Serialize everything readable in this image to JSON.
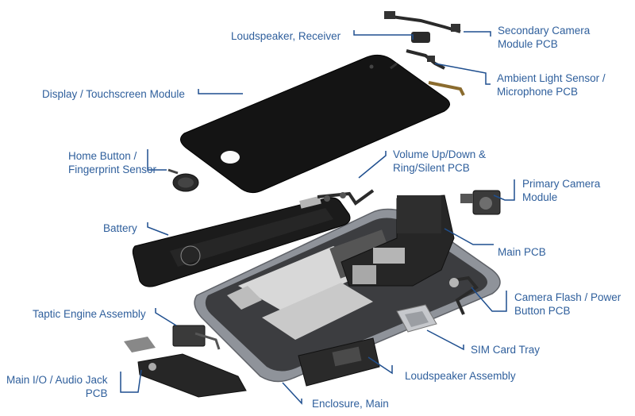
{
  "labels": {
    "secondary_camera": [
      "Secondary Camera",
      "Module PCB"
    ],
    "loudspeaker_receiver": [
      "Loudspeaker, Receiver"
    ],
    "ambient_light": [
      "Ambient Light Sensor /",
      "Microphone PCB"
    ],
    "display": [
      "Display / Touchscreen Module"
    ],
    "home_button": [
      "Home Button /",
      "Fingerprint Sensor"
    ],
    "volume": [
      "Volume Up/Down &",
      "Ring/Silent PCB"
    ],
    "primary_camera": [
      "Primary Camera",
      "Module"
    ],
    "battery": [
      "Battery"
    ],
    "main_pcb": [
      "Main PCB"
    ],
    "camera_flash": [
      "Camera Flash / Power",
      "Button PCB"
    ],
    "taptic": [
      "Taptic Engine Assembly"
    ],
    "sim_tray": [
      "SIM Card Tray"
    ],
    "main_io": [
      "Main I/O / Audio Jack",
      "PCB"
    ],
    "loudspeaker_assembly": [
      "Loudspeaker Assembly"
    ],
    "enclosure": [
      "Enclosure, Main"
    ]
  },
  "colors": {
    "label_text": "#2f5f9c",
    "leader_line": "#1f4f8f",
    "display_glass": "#141414",
    "enclosure": "#8c9097",
    "pcb": "#262626",
    "battery": "#1b1b1b"
  }
}
